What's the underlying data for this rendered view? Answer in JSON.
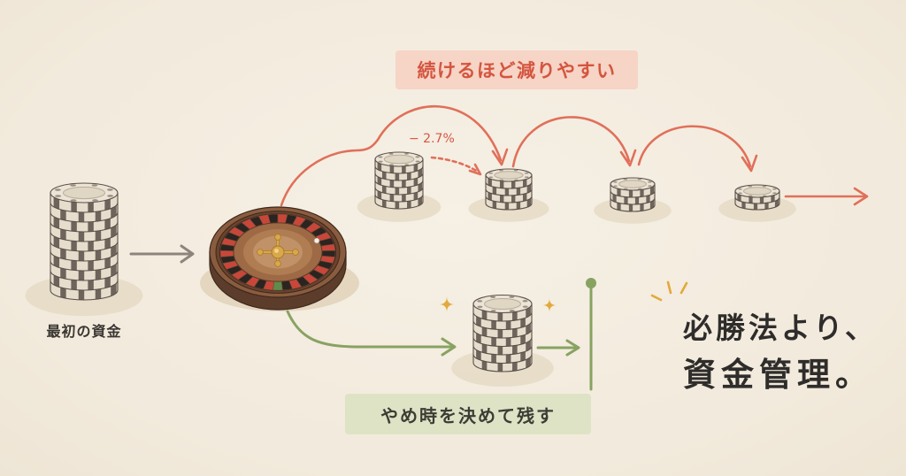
{
  "illustration": {
    "label_top": "続けるほど減りやすい",
    "loss_rate": "− 2.7%",
    "label_start": "最初の資金",
    "label_stop": "やめ時を決めて残す",
    "headline_line1": "必勝法より、",
    "headline_line2": "資金管理。"
  },
  "icons": [
    "chip-stack-icon",
    "roulette-wheel-icon",
    "sparkle-icon",
    "arrow-icon"
  ],
  "colors": {
    "background": "#f3ecdf",
    "loss_accent": "#e0705a",
    "keep_accent": "#88a262",
    "sparkle": "#e3a93b",
    "text": "#2f2d2b"
  }
}
